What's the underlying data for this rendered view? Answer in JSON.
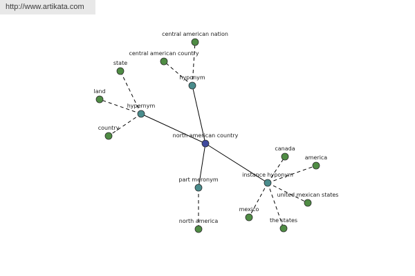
{
  "source": {
    "url_text": "http://www.artikata.com"
  },
  "colors": {
    "center_node": "#404a9e",
    "relation_node": "#4a8c8c",
    "word_node": "#4f8c44",
    "edge": "#000000",
    "background": "#ffffff"
  },
  "graph": {
    "center": {
      "label": "north american country"
    },
    "relations": [
      {
        "id": "hyponym",
        "label": "hyponym",
        "words": [
          "central american nation",
          "central american country"
        ]
      },
      {
        "id": "hypernym",
        "label": "hypernym",
        "words": [
          "state",
          "land",
          "country"
        ]
      },
      {
        "id": "part-meronym",
        "label": "part meronym",
        "words": [
          "north america"
        ]
      },
      {
        "id": "instance-hyponym",
        "label": "instance hyponym",
        "words": [
          "canada",
          "america",
          "united mexican states",
          "mexico",
          "the states"
        ]
      }
    ]
  }
}
